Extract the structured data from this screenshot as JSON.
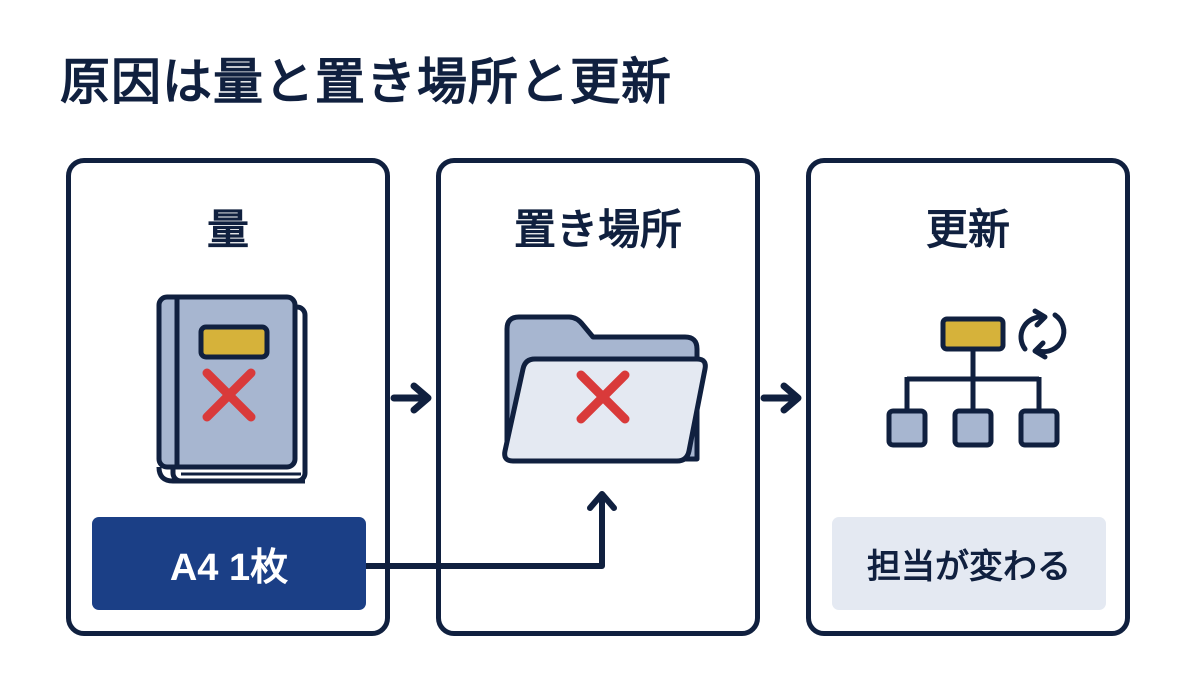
{
  "title": "原因は量と置き場所と更新",
  "cards": [
    {
      "title": "量",
      "icon": "book-crossed-icon",
      "badge": "A4 1枚"
    },
    {
      "title": "置き場所",
      "icon": "folder-crossed-icon"
    },
    {
      "title": "更新",
      "icon": "org-chart-refresh-icon",
      "badge": "担当が変わる"
    }
  ],
  "colors": {
    "navy": "#10203f",
    "accent_blue": "#1b3f86",
    "icon_fill": "#a7b6d0",
    "icon_light": "#e4e9f2",
    "gold": "#d6b23a",
    "red_x": "#d93a3a"
  }
}
